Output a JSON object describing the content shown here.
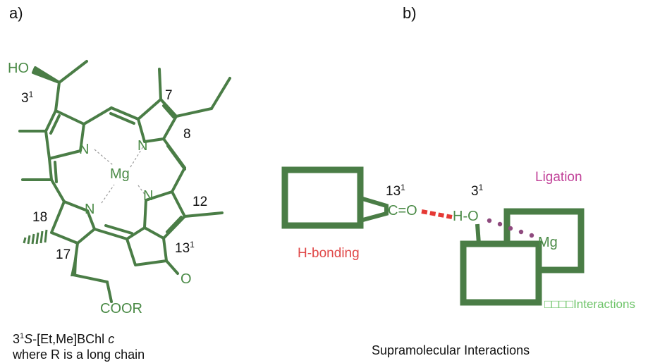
{
  "panel_a": {
    "label": "a)",
    "atoms": {
      "ho": "HO",
      "n1": "N",
      "n2": "N",
      "n3": "N",
      "n4": "N",
      "mg": "Mg",
      "o": "O",
      "coor": "COOR"
    },
    "locants": {
      "c31": "3",
      "c31_sup": "1",
      "c7": "7",
      "c8": "8",
      "c12": "12",
      "c131": "13",
      "c131_sup": "1",
      "c17": "17",
      "c18": "18"
    },
    "caption": {
      "prefix": "3",
      "prefix_sup": "1",
      "stereo": "S",
      "name": "-[Et,Me]BChl ",
      "variant": "c",
      "line2": "where R is a long chain"
    }
  },
  "panel_b": {
    "label": "b)",
    "labels": {
      "carbonyl": "C=O",
      "hydroxyl": "H-O",
      "mg": "Mg",
      "loc131": "13",
      "loc131_sup": "1",
      "loc31": "3",
      "loc31_sup": "1",
      "ligation": "Ligation",
      "hbonding": "H-bonding",
      "pi_interactions": "□□□□Interactions"
    },
    "caption": "Supramolecular Interactions"
  },
  "colors": {
    "structure": "#4a7d46",
    "structure_text": "#4a8a46",
    "hbond": "#e53935",
    "ligation_dots": "#8e4a7e",
    "ligation_text": "#c2449a",
    "hbond_text": "#e04848",
    "pi_text": "#6fc46a"
  }
}
